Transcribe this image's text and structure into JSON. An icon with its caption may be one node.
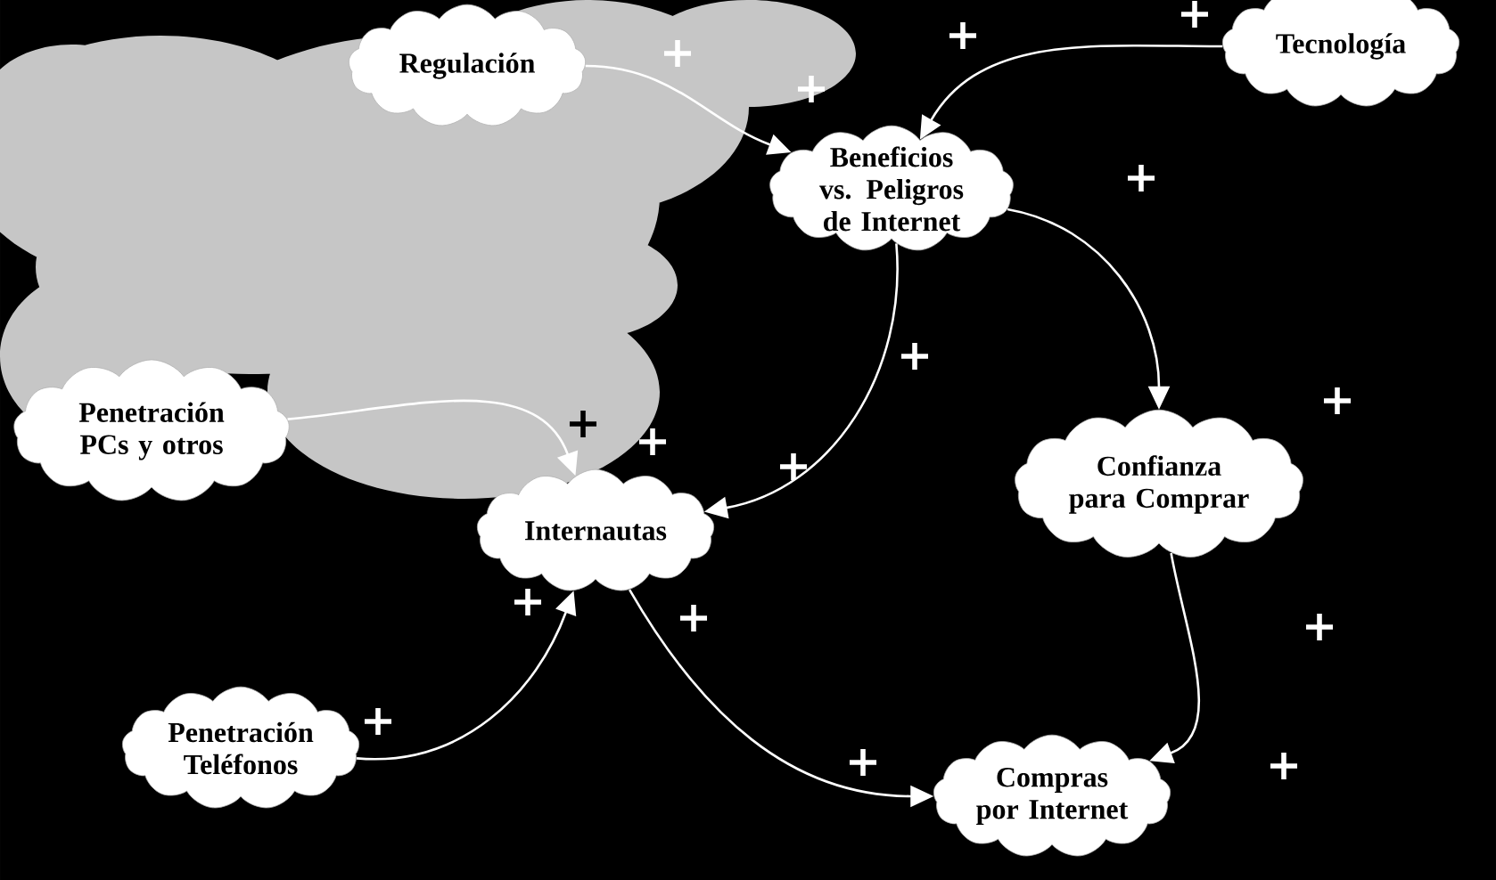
{
  "diagram": {
    "nodes": [
      {
        "text": [
          "Regulación"
        ]
      },
      {
        "text": [
          "Tecnología"
        ]
      },
      {
        "text": [
          "Beneficios vs. Peligros de Internet"
        ]
      },
      {
        "text": [
          "Penetración PCs y otros"
        ]
      },
      {
        "text": [
          "Internautas"
        ]
      },
      {
        "text": [
          "Confianza para Comprar"
        ]
      },
      {
        "text": [
          "Penetración Teléfonos"
        ]
      },
      {
        "text": [
          "Compras por Internet"
        ]
      }
    ],
    "edges": [
      {
        "from": 0,
        "to": 2,
        "arrow": "to"
      },
      {
        "from": 1,
        "to": 2,
        "arrow": "to"
      },
      {
        "from": 2,
        "to": 5,
        "arrow": "to"
      },
      {
        "from": 2,
        "to": 4,
        "arrow": "to"
      },
      {
        "from": 3,
        "to": 4,
        "arrow": "to"
      },
      {
        "from": 6,
        "to": 4,
        "arrow": "to"
      },
      {
        "from": 4,
        "to": 7,
        "arrow": "to"
      },
      {
        "from": 5,
        "to": 7,
        "arrow": "to"
      }
    ],
    "labels": [
      "+",
      "+",
      "+",
      "+",
      "+",
      "+",
      "+",
      "+",
      "+",
      "+",
      "+",
      "+",
      "+",
      "+",
      "+",
      "+"
    ]
  }
}
